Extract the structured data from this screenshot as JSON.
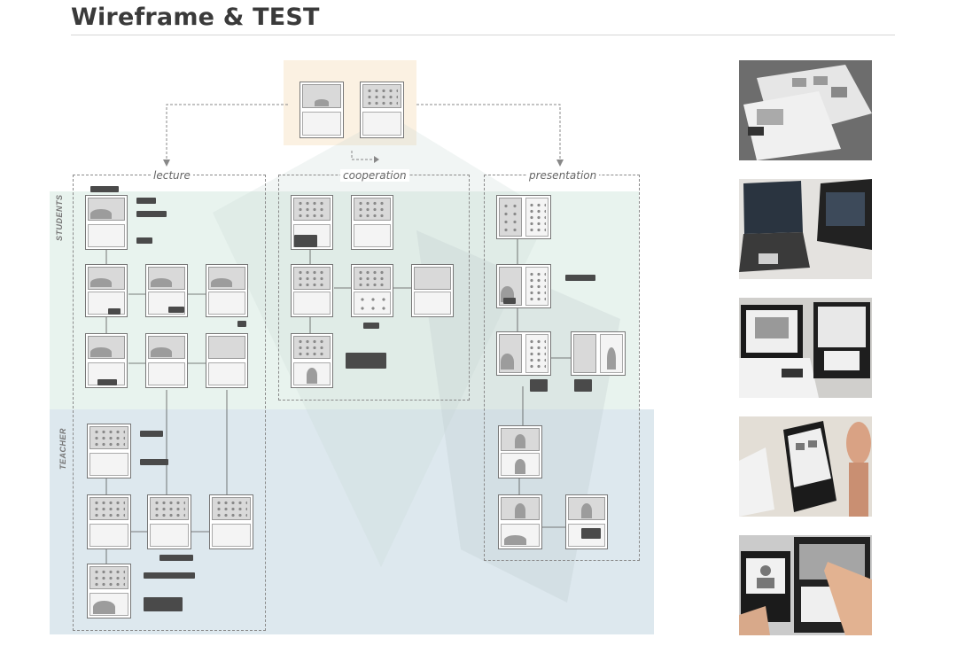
{
  "header": {
    "title": "Wireframe & TEST"
  },
  "zones": {
    "lecture": "lecture",
    "cooperation": "cooperation",
    "presentation": "presentation"
  },
  "roles": {
    "students": "STUDENTS",
    "teacher": "TEACHER"
  },
  "colors": {
    "students_band": "#e8f3ee",
    "teacher_band": "#dde8ee",
    "login_highlight": "#fbf1e2",
    "connector": "#888888"
  },
  "photos": [
    {
      "name": "test-photo-wireframe-sheets"
    },
    {
      "name": "test-photo-laptops"
    },
    {
      "name": "test-photo-paper-prototype"
    },
    {
      "name": "test-photo-raised-hand"
    },
    {
      "name": "test-photo-touch-interaction"
    }
  ]
}
